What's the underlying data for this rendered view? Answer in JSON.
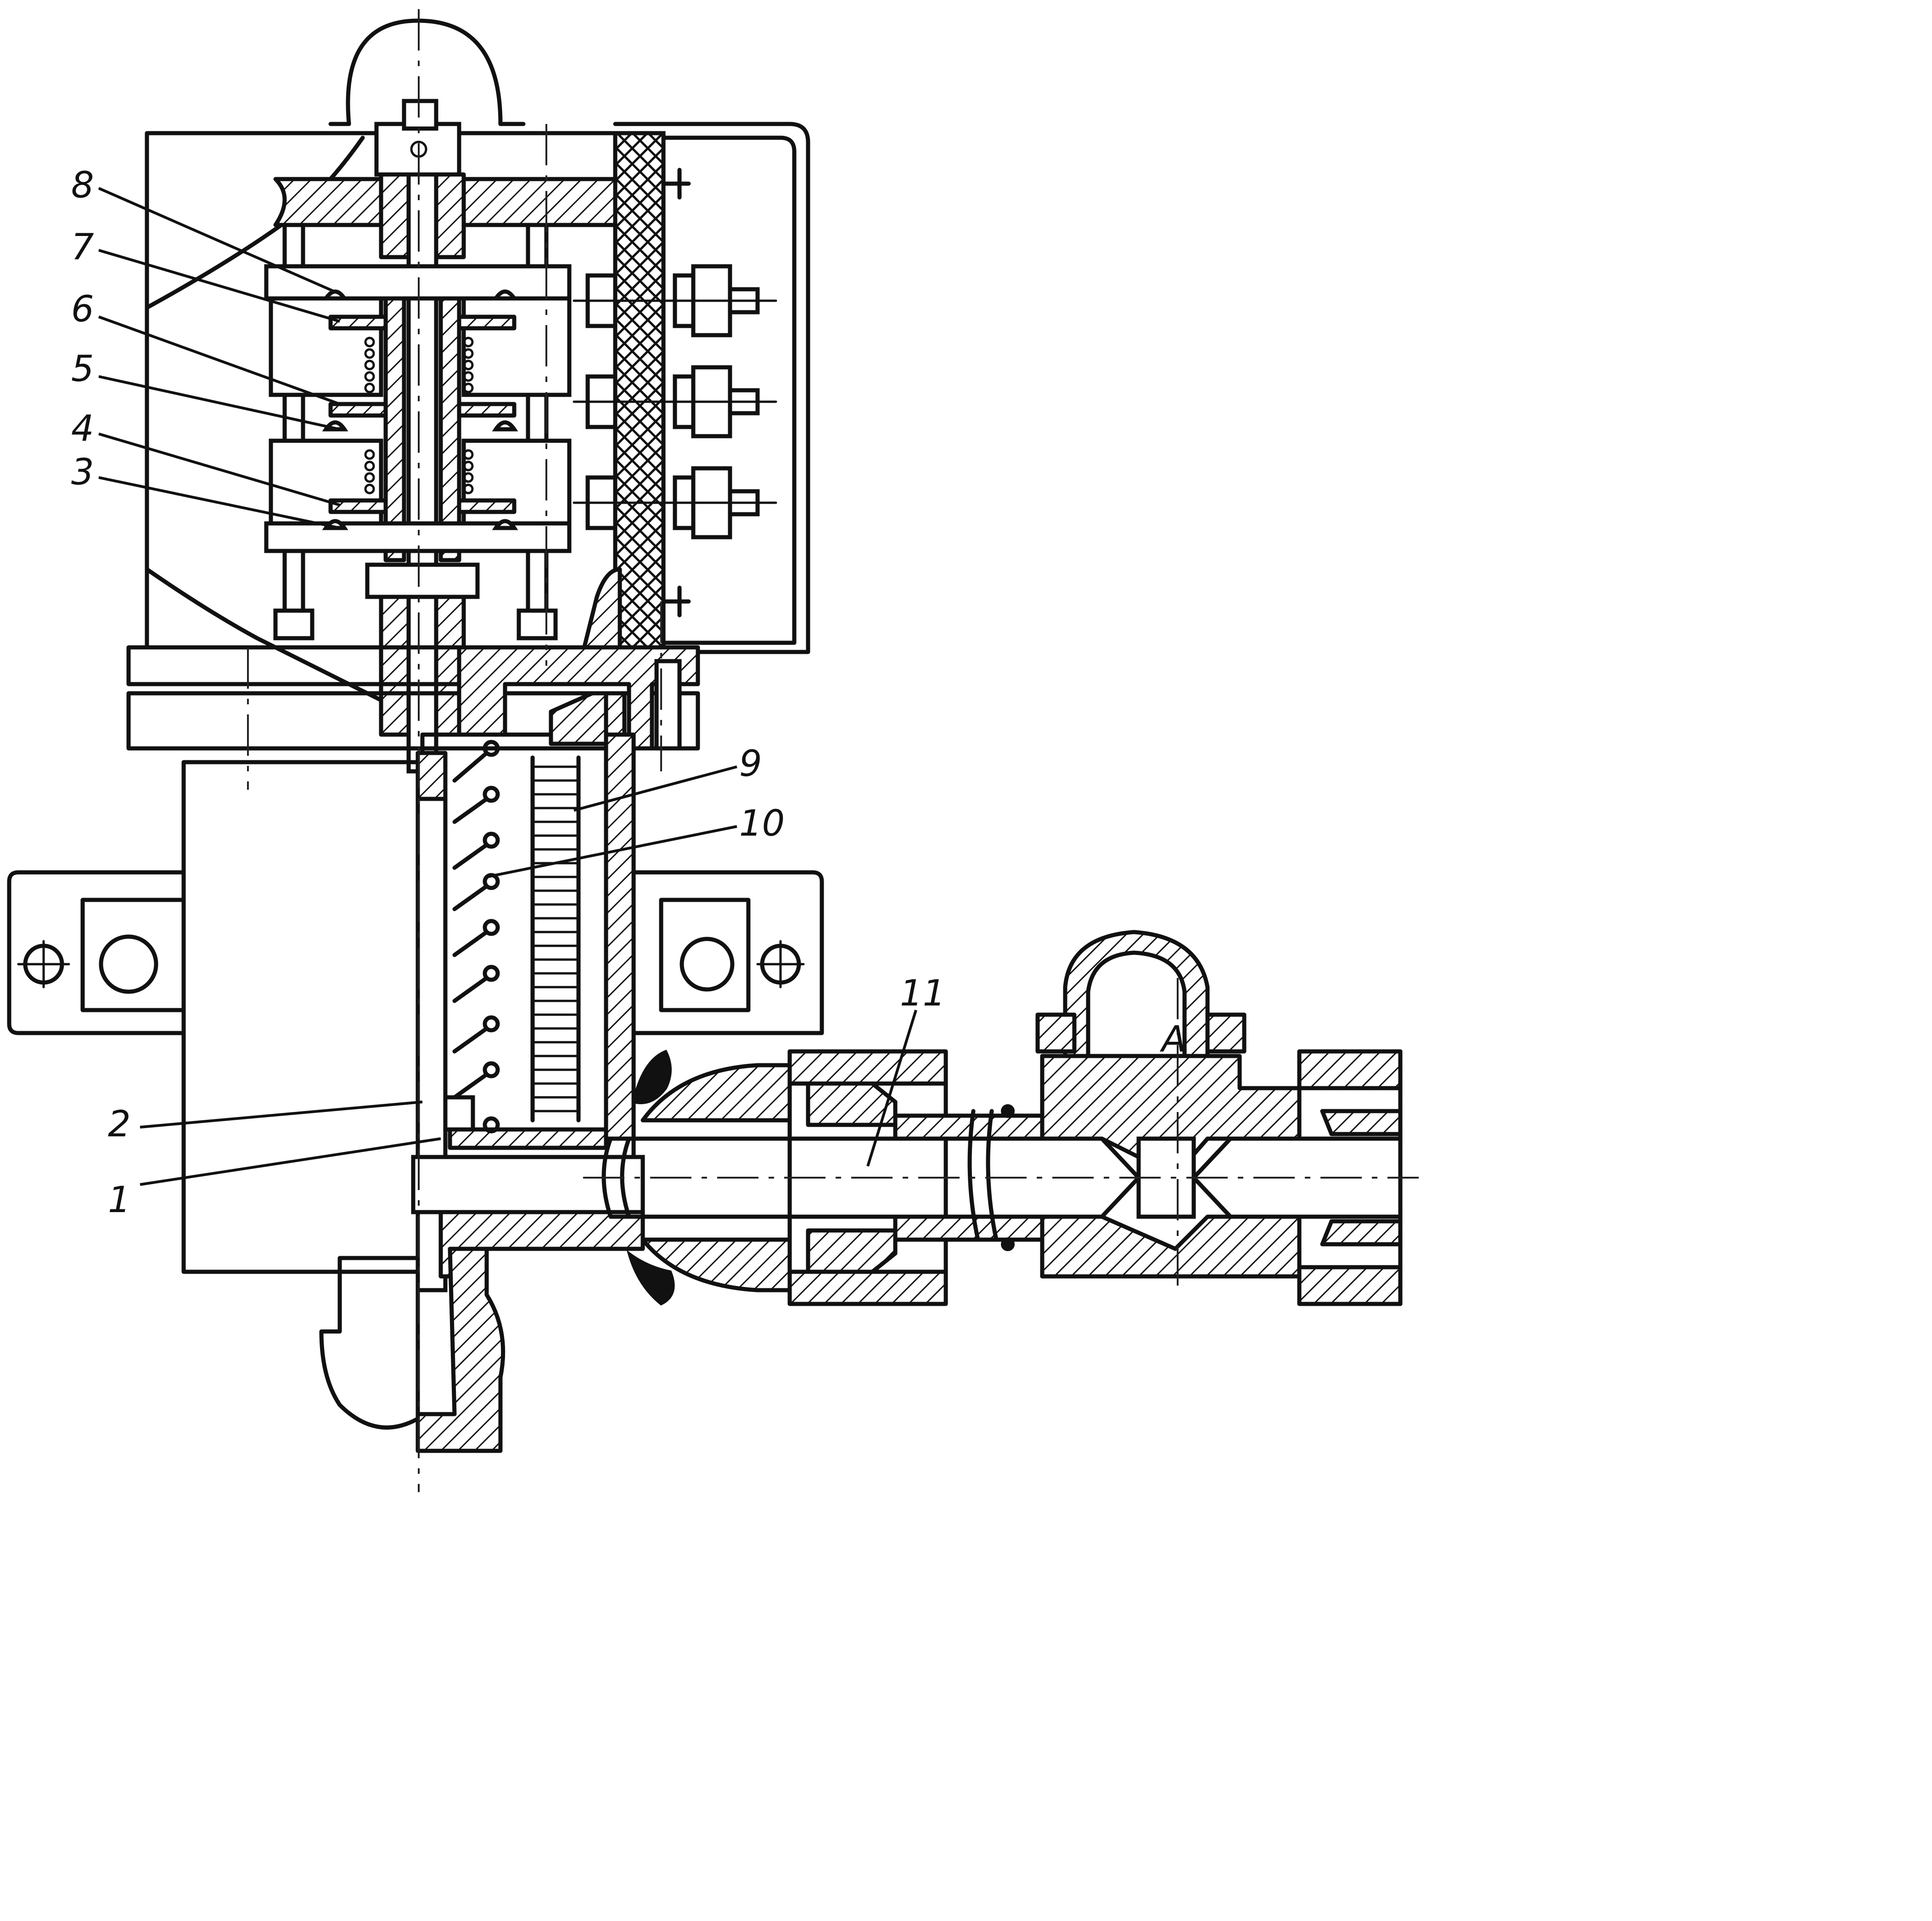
{
  "callouts": [
    {
      "id": "c8",
      "label": "8"
    },
    {
      "id": "c7",
      "label": "7"
    },
    {
      "id": "c6",
      "label": "6"
    },
    {
      "id": "c5",
      "label": "5"
    },
    {
      "id": "c4",
      "label": "4"
    },
    {
      "id": "c3",
      "label": "3"
    },
    {
      "id": "c9",
      "label": "9"
    },
    {
      "id": "c10",
      "label": "10"
    },
    {
      "id": "c2",
      "label": "2"
    },
    {
      "id": "c1",
      "label": "1"
    },
    {
      "id": "c11",
      "label": "11"
    }
  ],
  "section_label": "A"
}
